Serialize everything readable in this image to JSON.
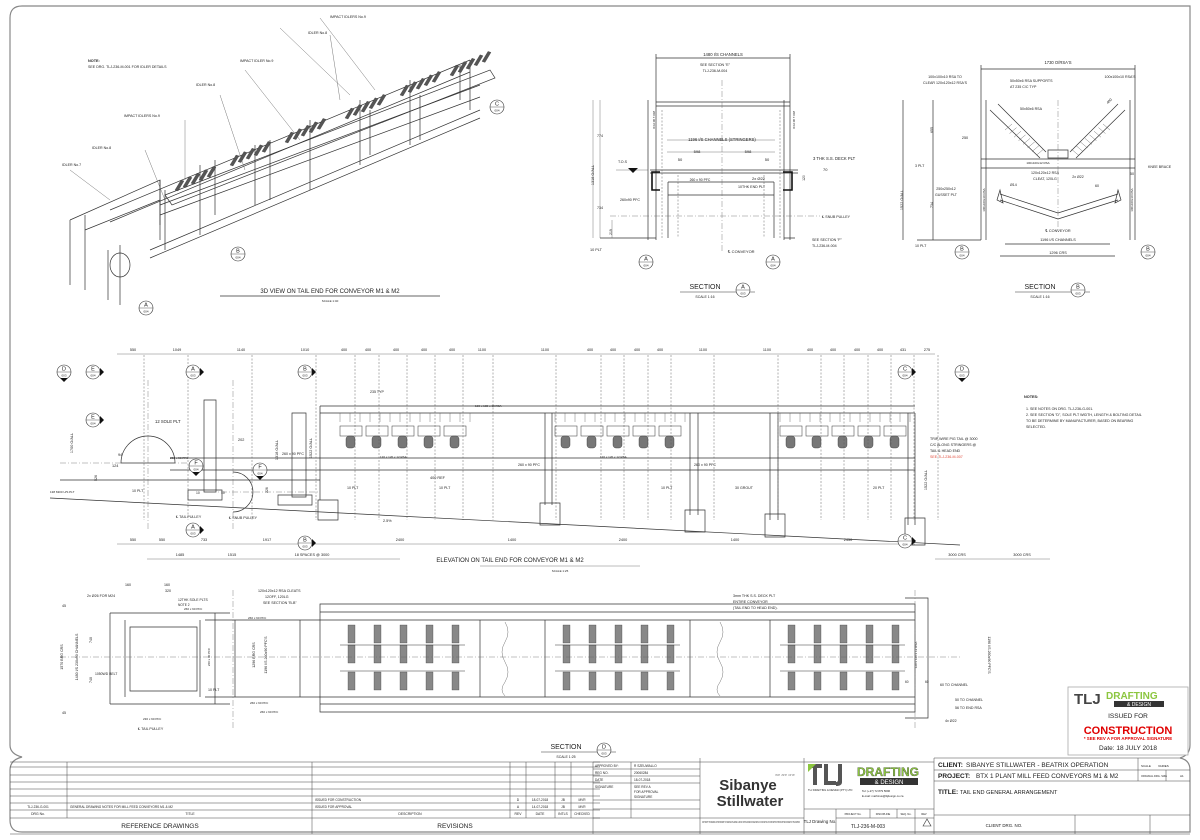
{
  "iso_view": {
    "title": "3D VIEW ON TAIL END FOR CONVEYOR M1 & M2",
    "scale": "SCALE 1:40",
    "note_heading": "NOTE:",
    "note_text": "SEE DRG. TLJ-236-M-001 FOR IDLER DETAILS",
    "callouts": [
      "IMPACT IDLERS No.9",
      "IDLER No.8",
      "IMPACT IDLER No.9",
      "IDLER No.8",
      "IMPACT IDLERS No.9",
      "IDLER No.8",
      "IDLER No.7"
    ],
    "markers": [
      {
        "letter": "A",
        "sheet": "004"
      },
      {
        "letter": "B",
        "sheet": "004"
      },
      {
        "letter": "C",
        "sheet": "004"
      }
    ]
  },
  "section_a": {
    "heading": "SECTION",
    "letter": "A",
    "sheet": "003",
    "scale": "SCALE 1:16",
    "marker_letter": "A",
    "marker_sheet": "004",
    "labels": {
      "width": "1480 I/S CHANNELS",
      "see_e": "SEE SECTION \"E\"",
      "see_e_ref": "TLJ-236-M-004",
      "stringers": "1196 I/S CHANNELS (STRINGERS)",
      "d598": "598",
      "d50": "50",
      "pfc": "260 x 90 PFC",
      "pfc_side": "260x90 PFC",
      "tos": "T.O.S",
      "deck": "3 THK S.S. DECK PLT",
      "d70": "70",
      "holes": "2x Ø22",
      "end_plt": "10THK END PLT",
      "snub": "℄ SNUB PULLEY",
      "see_f": "SEE SECTION \"F\"",
      "see_f_ref": "TLJ-236-M-004",
      "conveyor": "℄ CONVEYOR",
      "overall": "1318 O/ALL",
      "d774": "774",
      "d734": "734",
      "d219": "219",
      "d120": "120",
      "plt": "10 PLT"
    }
  },
  "section_b": {
    "heading": "SECTION",
    "letter": "B",
    "sheet": "003",
    "scale": "SCALE 1:16",
    "marker_letter": "B",
    "marker_sheet": "004",
    "labels": {
      "width": "1730 O/RSA'S",
      "rsa_to": "100x100x10 RSA TO",
      "rsa_clear": "CLEAR 120x120x12 RSA'S",
      "supports": "50x50x6 RSA SUPPORTS",
      "supports_cc": "AT 235 C/C TYP",
      "rsa_small": "50x50x6 RSA",
      "rsa_right": "100x100x10 RSA'S",
      "d400": "400",
      "d250": "250",
      "plt3": "3 PLT",
      "overall": "1522 O/ALL",
      "d655": "655",
      "d734": "734",
      "rsa_beam": "100x100x12 RSA",
      "cleat": "120x120x12 RSA",
      "cleat_lg": "CLEAT, 120LG",
      "holes": "2x Ø22",
      "d60": "60",
      "d50": "50",
      "gusset": "250x250x12",
      "gusset_plt": "GUSSET PLT",
      "d14": "Ø14",
      "knee": "KNEE BRACE",
      "conveyor": "℄ CONVEYOR",
      "channels": "1196 I/S CHANNELS",
      "crs": "1296 CRS",
      "plt": "10 PLT",
      "leg": "100x100x10 RSA"
    }
  },
  "elevation": {
    "title": "ELEVATION ON TAIL END FOR CONVEYOR M1 & M2",
    "scale": "SCALE 1:25",
    "top_dims": [
      "550",
      "1049",
      "1140",
      "1010",
      "400",
      "400",
      "400",
      "400",
      "400",
      "1100",
      "1100",
      "400",
      "400",
      "400",
      "400",
      "1100",
      "1100",
      "400",
      "400",
      "400",
      "400",
      "431",
      "275"
    ],
    "bottom_dims": [
      "550",
      "550",
      "733",
      "1917",
      "2400",
      "1400",
      "2400",
      "1400",
      "2450"
    ],
    "bottom_dims_2": [
      "1485",
      "1515",
      "18 SPACES @ 3000",
      "3000 CRS",
      "3000 CRS"
    ],
    "markers": [
      {
        "letter": "D",
        "sheet": "003"
      },
      {
        "letter": "E",
        "sheet": "004"
      },
      {
        "letter": "A",
        "sheet": "003"
      },
      {
        "letter": "B",
        "sheet": "003"
      },
      {
        "letter": "C",
        "sheet": "004"
      },
      {
        "letter": "D",
        "sheet": "003"
      },
      {
        "letter": "E",
        "sheet": "004"
      },
      {
        "letter": "F",
        "sheet": "004"
      },
      {
        "letter": "F",
        "sheet": "004"
      },
      {
        "letter": "A",
        "sheet": "003"
      },
      {
        "letter": "B",
        "sheet": "003"
      },
      {
        "letter": "C",
        "sheet": "004"
      }
    ],
    "labels": {
      "sole_plt": "12 SOLE PLT",
      "d202": "202",
      "pfc": "260 x 90 PFC",
      "pfc_small": "230 x 90 PFC",
      "o1318": "1318 O/ALL",
      "o1522": "1522 O/ALL",
      "o1700": "1700 O/ALL",
      "d94": "94",
      "d124": "124",
      "d526": "526",
      "us_plt": "138 6300 U/S PLT",
      "plt10": "10 PLT",
      "tail": "℄ TAIL PULLEY",
      "snub": "℄ SNUB PULLEY",
      "slope": "2.5%",
      "typ": "235 TYP",
      "rsa_top": "100 x 100 x 10 RSA",
      "rsa_mid": "120 x 120 x 12 RSA",
      "ref400": "400 REF",
      "grout": "30 GROUT",
      "plt20": "20 PLT",
      "d10": "10",
      "d226": "226",
      "trip1": "TRIP WIRE PIG TAIL @ 3000",
      "trip2": "C/C ALONG STRINGERS @",
      "trip3": "TAIL & HEAD END",
      "trip_ref": "SEE TLJ-236-M-007"
    }
  },
  "section_d": {
    "heading": "SECTION",
    "letter": "D",
    "sheet": "003",
    "scale": "SCALE 1:25",
    "labels": {
      "d160": "160",
      "d320": "320",
      "holes": "2x Ø26 FOR M24",
      "d45": "45",
      "sole": "12THK SOLE PLTS",
      "note": "NOTE 2",
      "pfc": "260 x 90 PFC",
      "pfc_small": "230 x 90 PFC",
      "crs": "1570 BRG CRS",
      "channels": "1480 I/S 230x90 CHANNELS",
      "d740": "740",
      "belt": "1050WD BELT",
      "plt": "10 PLT",
      "tail": "℄ TAIL PULLEY",
      "cleats": "120x120x12 RSA CLEATS",
      "cleats2": "12OFF, 120LG",
      "cleats3": "SEE SECTION \"B-B\"",
      "brg": "1296 BRG CRS",
      "is_pfc": "1196 I/S 260x90 PFC'S",
      "deck1": "3mm THK S.S. DECK PLT",
      "deck2": "ENTIRE CONVEYOR",
      "deck3": "(TAIL END TO HEAD END).",
      "to_channel_60": "60 TO CHANNEL",
      "to_channel_50": "50 TO CHANNEL",
      "to_rsa": "56 TO END RSA",
      "holes22": "4x Ø22",
      "d60": "60",
      "rsa": "120 x 120 x 12 RSA"
    }
  },
  "notes": {
    "heading": "NOTES:",
    "items": [
      "1.   SEE NOTES ON DRG. TLJ-236-G-001.",
      "2.   SEE SECTION \"D\", SOLE PLT WIDTH, LENGTH & BOLTING DETAIL",
      "      TO BE DETERMINE BY MANUFACTURER, BASED ON BEARING",
      "      SELECTED."
    ]
  },
  "stamp": {
    "logo_main": "TLJ",
    "logo_sub": "DRAFTING",
    "logo_sub2": "& DESIGN",
    "issued_for": "ISSUED FOR",
    "status": "CONSTRUCTION",
    "remark": "* SEE REV A FOR APPROVAL SIGNATURE",
    "date": "Date: 18 JULY 2018",
    "accent": "#e00000",
    "brand_green": "#8cc63f"
  },
  "title_block": {
    "reference": {
      "heading": "REFERENCE DRAWINGS",
      "col_drg": "DRG No.",
      "col_title": "TITLE",
      "rows": [
        {
          "drg": "TLJ-236-G-001",
          "title": "GENERAL DRAWING NOTES FOR MILL FEED CONVEYORS M1 & M2"
        }
      ]
    },
    "revisions": {
      "heading": "REVISIONS",
      "col_desc": "DESCRIPTION",
      "col_rev": "REV",
      "col_date": "DATE",
      "col_intls": "INTLS",
      "col_checked": "CHECKED",
      "rows": [
        {
          "desc": "ISSUED FOR CONSTRUCTION",
          "rev": "D",
          "date": "18-07-2018",
          "intls": "JB",
          "checked": "MVR"
        },
        {
          "desc": "ISSUED FOR APPROVAL",
          "rev": "A",
          "date": "14-07-2018",
          "intls": "JB",
          "checked": "MVR"
        }
      ]
    },
    "approval": {
      "approved_label": "APPROVED BY:",
      "approved": "R SZEUWALLO",
      "reg_label": "REG NO.",
      "reg": "20060284",
      "date_label": "DATE",
      "date": "18-07-2018",
      "sig_label": "SIGNATURE",
      "sig1": "SEE REV A",
      "sig2": "FOR APPROVAL",
      "sig3": "SIGNATURE"
    },
    "sibanye": {
      "tagline": "we are one",
      "line1": "Sibanye",
      "line2": "Stillwater",
      "copyright": "COPYRIGHT: THIS DRAWING IS THE PROPERTY OF SIBANYE STILLWATER - AND MAY NOT BE COPIED OR USED WHOLLY OR IN PART IN ANY FORM WITHOUT PRIOR WRITTEN CONSENT OF THE COMPANY"
    },
    "tlj": {
      "main": "TLJ",
      "sub": "DRAFTING",
      "sub2": "& DESIGN",
      "tel": "Tel: (+27) 72 879 5696",
      "email": "E-mail: mathinus@tljdesign.co.za",
      "addr": "TLJ DRAFTING & DESIGN (PTY) LTD",
      "drawing_label": "TLJ Drawing No.",
      "project_label": "PROJECT No.",
      "discipline_label": "DISCIPLINE",
      "seq_label": "SEQ. No.",
      "rev_label": "REV",
      "drawing_no": "TLJ-236-M-003",
      "rev": "D"
    },
    "client": {
      "client_label": "CLIENT:",
      "client": "SIBANYE STILLWATER - BEATRIX OPERATION",
      "project_label": "PROJECT:",
      "project": "BTX 1 PLANT MILL FEED CONVEYORS M1 & M2",
      "title_label": "TITLE:",
      "title": "TAIL END GENERAL ARRANGEMENT",
      "scale_label": "SCALE",
      "scale": "VARIES",
      "orig_label": "ORIGINAL DRG. SIZE",
      "size": "A1",
      "client_drg": "CLIENT DRG. NO."
    }
  }
}
